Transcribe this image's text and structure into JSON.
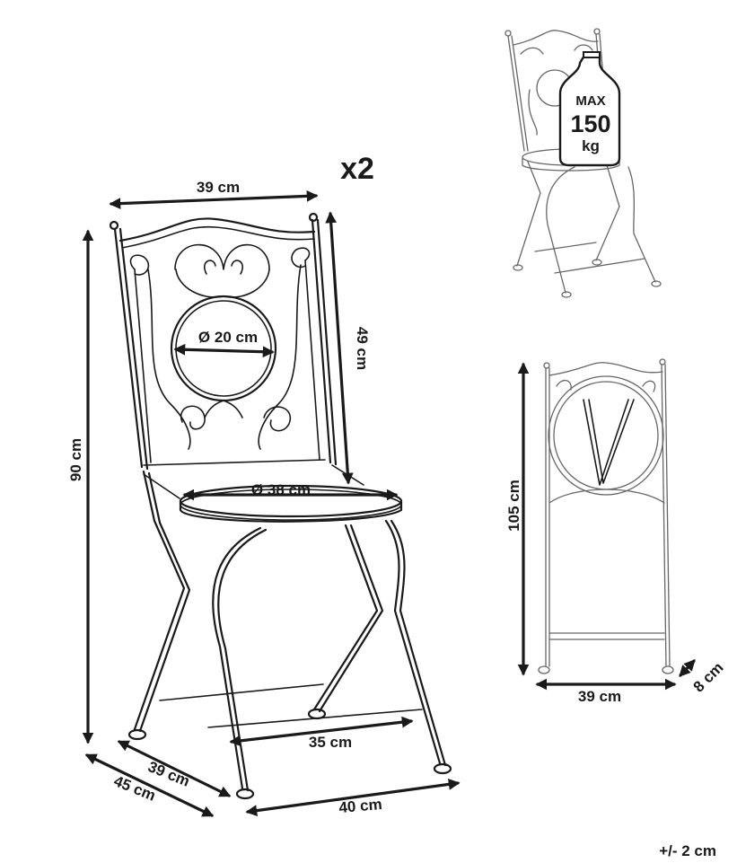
{
  "quantity_label": "x2",
  "tolerance_label": "+/- 2 cm",
  "dimensions": {
    "back_width": "39 cm",
    "total_height": "90 cm",
    "back_height": "49 cm",
    "medallion_diameter": "Ø 20 cm",
    "seat_diameter": "Ø 38 cm",
    "inner_leg_span": "35 cm",
    "front_width": "40 cm",
    "seat_depth": "39 cm",
    "total_depth": "45 cm"
  },
  "load_badge": {
    "line1": "MAX",
    "line2": "150",
    "line3": "kg"
  },
  "folded": {
    "height": "105 cm",
    "width": "39 cm",
    "depth": "8 cm"
  }
}
